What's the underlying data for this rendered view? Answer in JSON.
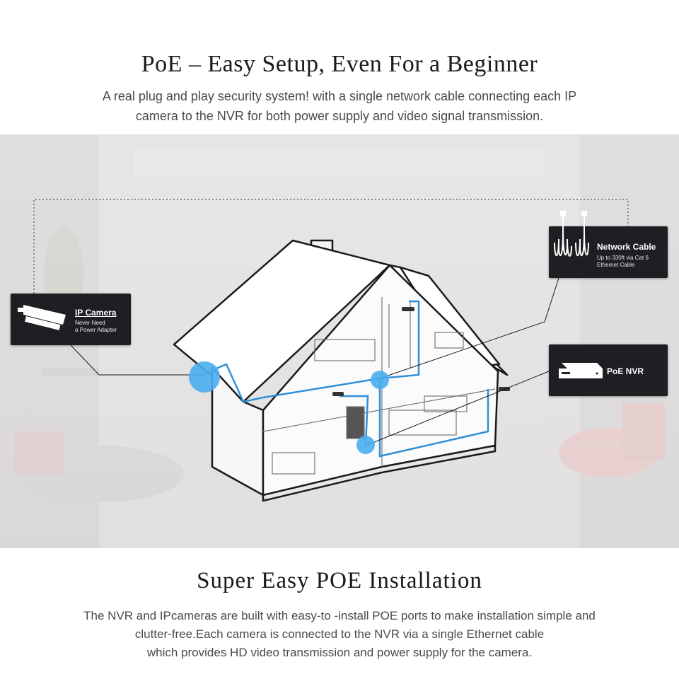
{
  "header": {
    "title": "PoE – Easy Setup, Even For a Beginner",
    "subtitle_lines": [
      "A real plug and play security system! with a single network cable connecting each IP",
      "camera to the NVR for both power supply and video signal transmission."
    ]
  },
  "diagram": {
    "camera_label": {
      "title": "IP Camera",
      "note_lines": [
        "Never Need",
        "a Power Adapter"
      ],
      "icon": "bullet-camera-icon"
    },
    "cable_label": {
      "title": "Network Cable",
      "note_lines": [
        "Up to 330ft via Cat 6",
        "Ethernet Cable"
      ],
      "icon": "ethernet-cable-icon"
    },
    "nvr_label": {
      "title": "PoE NVR",
      "icon": "nvr-box-icon"
    },
    "colors": {
      "cable": "#2f8fd8",
      "dot": "#4aaef0",
      "label_bg": "#1e1e23"
    }
  },
  "footer": {
    "title": "Super Easy POE Installation",
    "body_lines": [
      "The NVR and IPcameras are built with easy-to -install POE ports to make installation simple and",
      "clutter-free.Each camera is connected to the NVR via a single Ethernet cable",
      "which provides HD video transmission and power supply for the camera."
    ]
  }
}
